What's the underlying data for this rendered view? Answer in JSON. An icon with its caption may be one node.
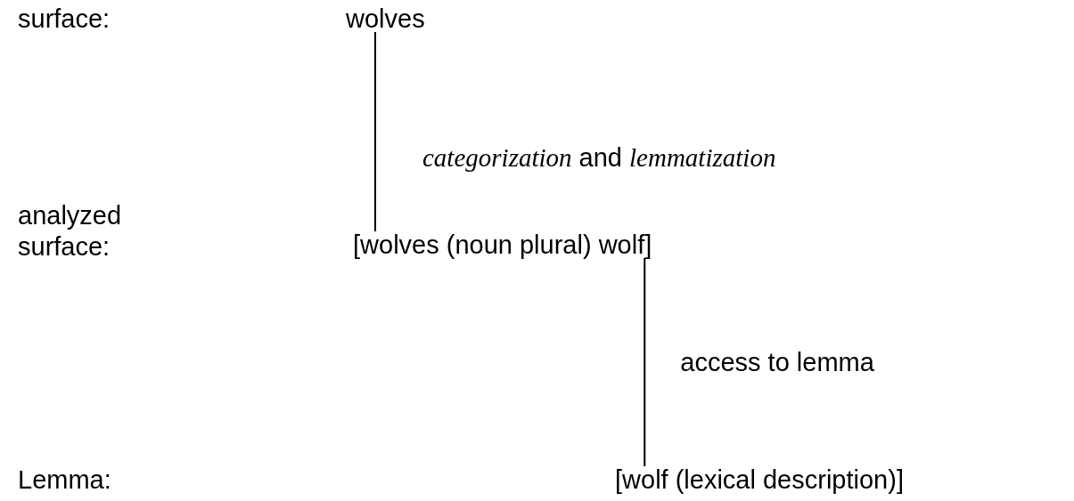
{
  "diagram": {
    "nodes": [
      {
        "text": [
          "wolves"
        ]
      },
      {
        "text": [
          "[wolves (noun plural) wolf]"
        ]
      },
      {
        "text": [
          "[wolf (lexical description)]"
        ]
      }
    ],
    "edges": [
      {
        "from": 0,
        "to": 1,
        "arrow": "none",
        "label": "*categorization* and *lemmatization*"
      },
      {
        "from": 1,
        "to": 2,
        "arrow": "none",
        "label": "access to lemma"
      }
    ],
    "labels": [
      "surface:",
      "analyzed surface:",
      "Lemma:"
    ]
  }
}
